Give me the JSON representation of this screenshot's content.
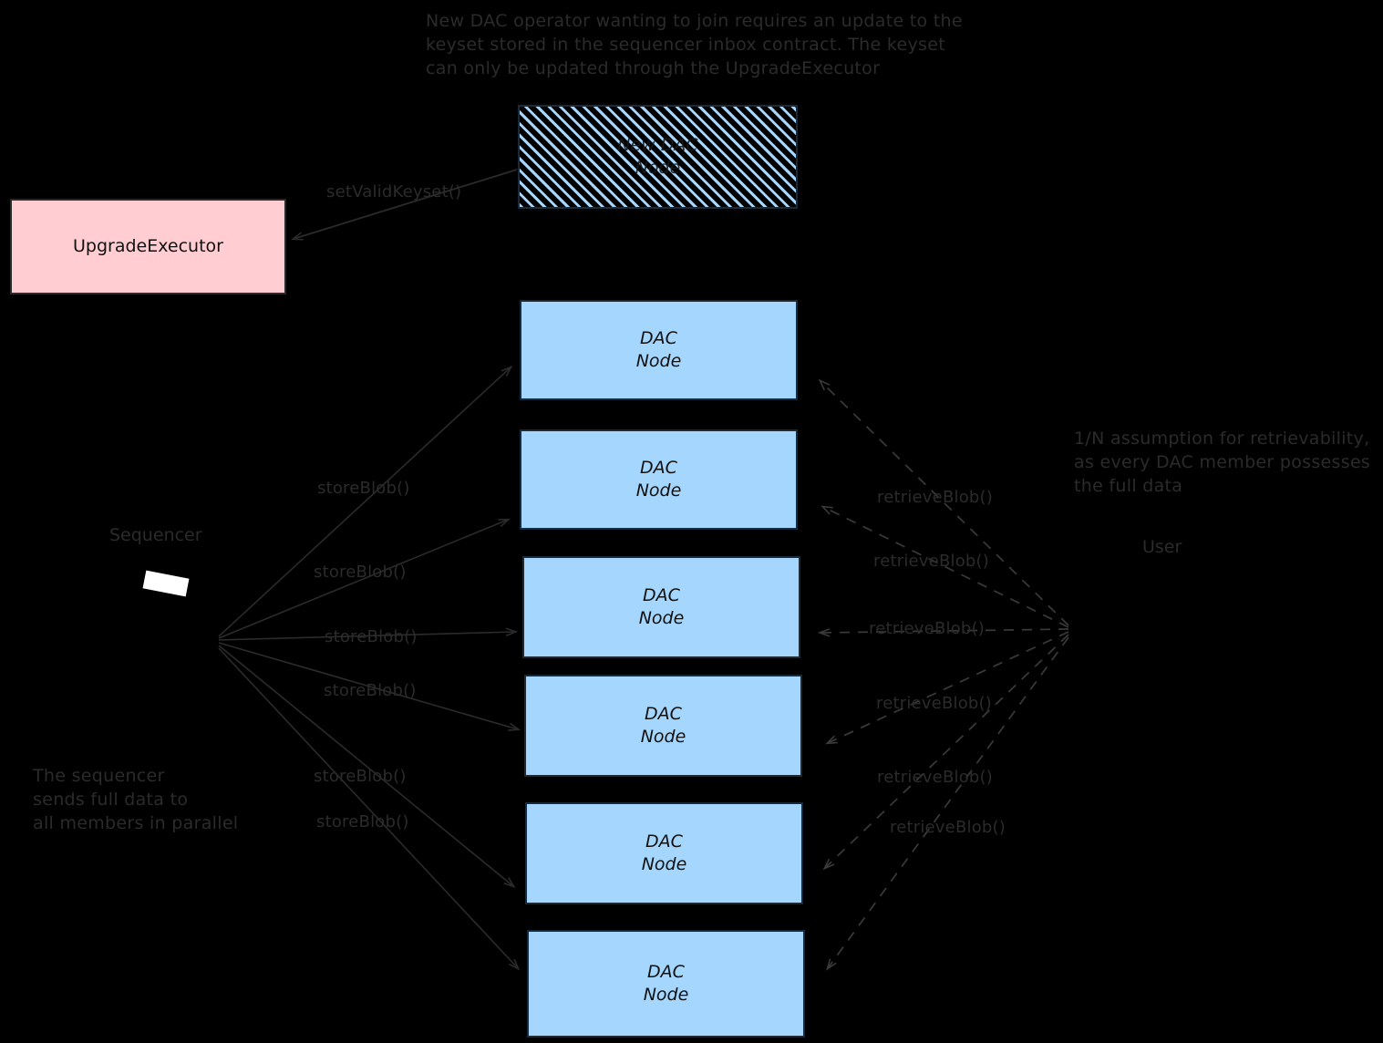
{
  "diagram": {
    "title_notes": {
      "top_note": "New DAC operator wanting to join requires an update to the\nkeyset stored in the sequencer inbox contract. The keyset\ncan only be updated through the UpgradeExecutor",
      "right_note": "1/N assumption for retrievability,\nas every DAC member possesses\nthe full data",
      "bottom_left_note": "The sequencer\nsends full data to\nall members in parallel"
    },
    "nodes": {
      "new_dac_node": "New DAC\nNode",
      "upgrade_executor": "UpgradeExecutor",
      "sequencer": "Sequencer",
      "user": "User",
      "dac_nodes": [
        "DAC\nNode",
        "DAC\nNode",
        "DAC\nNode",
        "DAC\nNode",
        "DAC\nNode",
        "DAC\nNode"
      ]
    },
    "edges": {
      "set_valid_keyset": "setValidKeyset()",
      "store_blob": [
        "storeBlob()",
        "storeBlob()",
        "storeBlob()",
        "storeBlob()",
        "storeBlob()",
        "storeBlob()"
      ],
      "retrieve_blob": [
        "retrieveBlob()",
        "retrieveBlob()",
        "retrieveBlob()",
        "retrieveBlob()",
        "retrieveBlob()",
        "retrieveBlob()"
      ]
    },
    "colors": {
      "background": "#000000",
      "dac_node_fill": "#a5d6fd",
      "upgrade_executor_fill": "#ffcdd2",
      "stroke": "#2b2b2b",
      "text": "#2b2b2b"
    }
  }
}
